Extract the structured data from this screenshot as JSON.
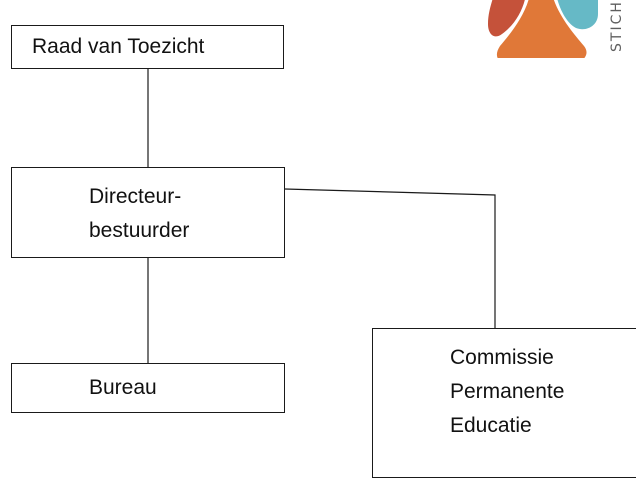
{
  "logo": {
    "text": "STICH",
    "colors": {
      "red": "#c5523a",
      "teal": "#66b9c6",
      "orange": "#e07838"
    }
  },
  "org_chart": {
    "nodes": {
      "raad_van_toezicht": [
        "Raad van Toezicht"
      ],
      "directeur_bestuurder": [
        "Directeur-",
        "bestuurder"
      ],
      "bureau": [
        "Bureau"
      ],
      "commissie": [
        "Commissie",
        "Permanente",
        "Educatie"
      ]
    },
    "edges": [
      [
        "raad_van_toezicht",
        "directeur_bestuurder"
      ],
      [
        "directeur_bestuurder",
        "bureau"
      ],
      [
        "directeur_bestuurder",
        "commissie"
      ]
    ]
  }
}
